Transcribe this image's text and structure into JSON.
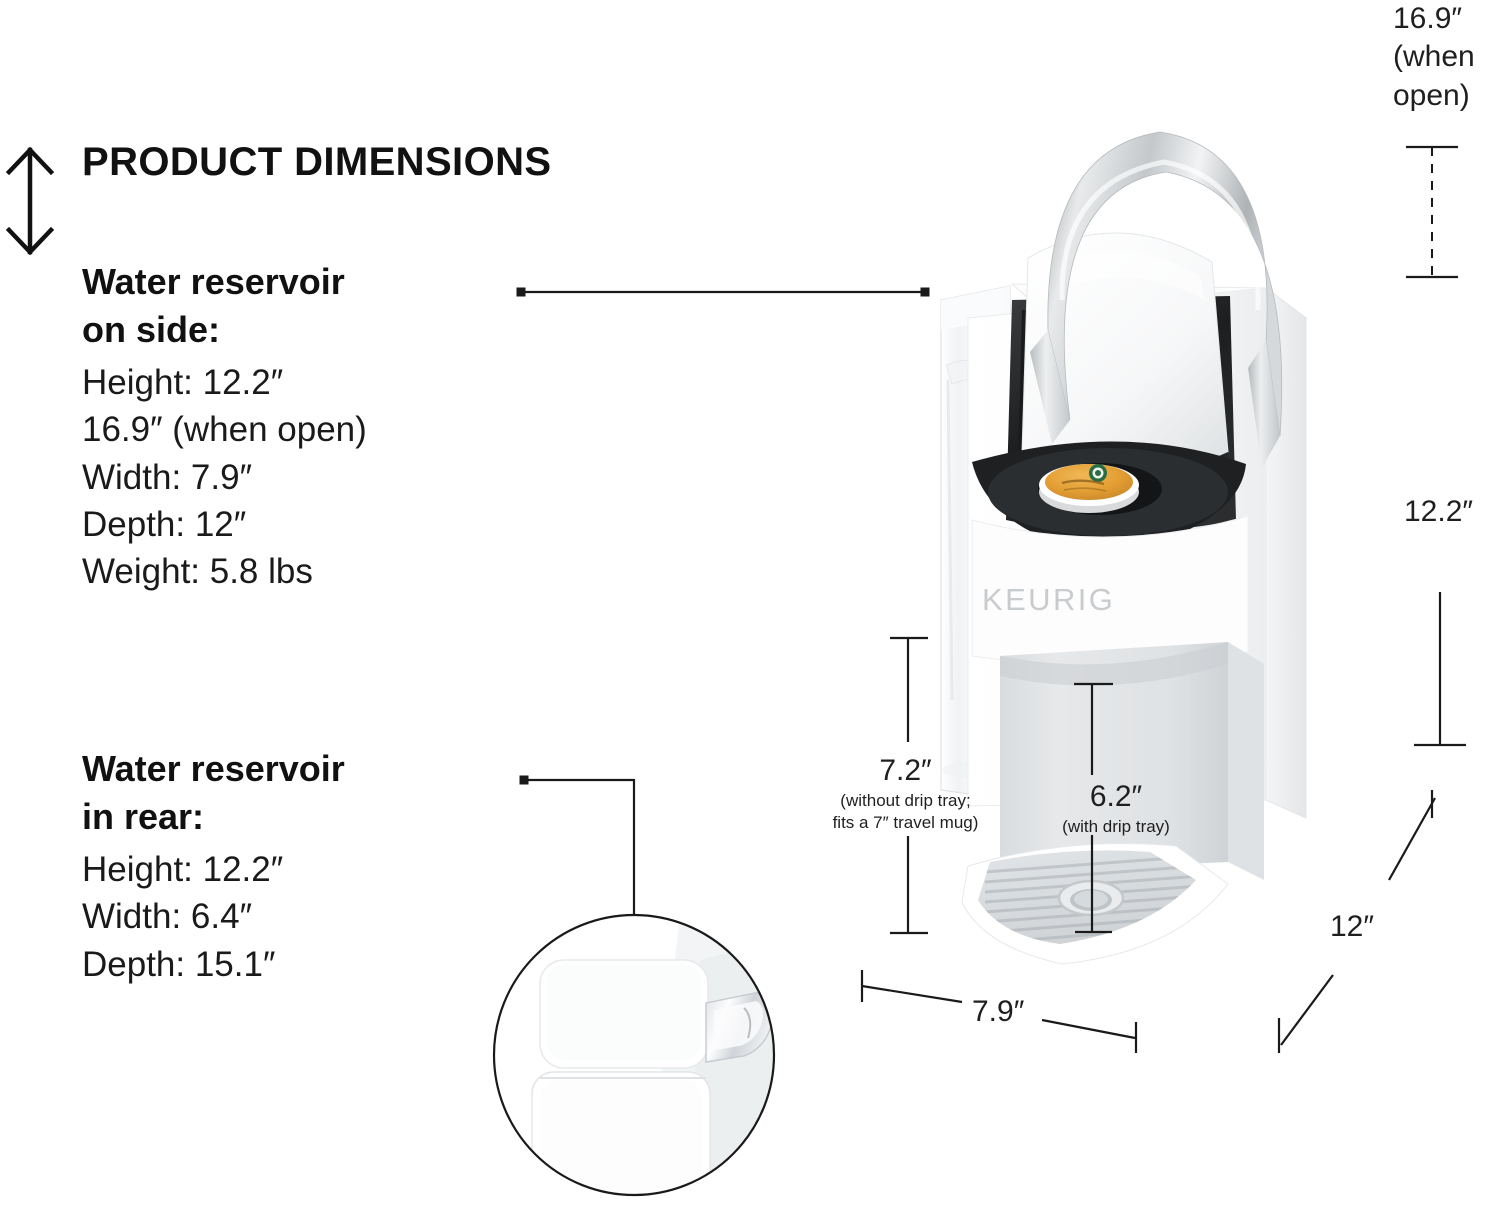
{
  "page": {
    "title": "PRODUCT DIMENSIONS",
    "background_color": "#ffffff",
    "text_color": "#1a1a1a"
  },
  "icons": {
    "updown_arrow": "up-down-arrow-icon"
  },
  "specs": [
    {
      "id": "side",
      "heading_line1": "Water reservoir",
      "heading_line2": "on side:",
      "lines": [
        "Height: 12.2″",
        "16.9″ (when open)",
        "Width: 7.9″",
        "Depth: 12″",
        "Weight: 5.8 lbs"
      ]
    },
    {
      "id": "rear",
      "heading_line1": "Water reservoir",
      "heading_line2": "in rear:",
      "lines": [
        "Height: 12.2″",
        "Width: 6.4″",
        "Depth: 15.1″"
      ]
    }
  ],
  "callouts": {
    "height_open": {
      "line1": "16.9″",
      "line2": "(when",
      "line3": "open)",
      "style": "dashed"
    },
    "height_closed": {
      "value": "12.2″",
      "style": "solid"
    },
    "depth": {
      "value": "12″",
      "style": "diagonal"
    },
    "clearance_no_tray": {
      "value": "7.2″",
      "note_line1": "(without drip tray;",
      "note_line2": "fits a 7″ travel mug)"
    },
    "clearance_with_tray": {
      "value": "6.2″",
      "note": "(with drip tray)"
    },
    "width": {
      "value": "7.9″"
    }
  },
  "product": {
    "brand_mark": "KEURIG",
    "brand_mark_color": "#c9ccce",
    "body_color": "#f7f8f9",
    "accent_chrome": "#c8cbcd",
    "pod_color": "#e8a33d",
    "pod_logo_color": "#1e6a47",
    "inset_label": "rear-reservoir-detail"
  }
}
